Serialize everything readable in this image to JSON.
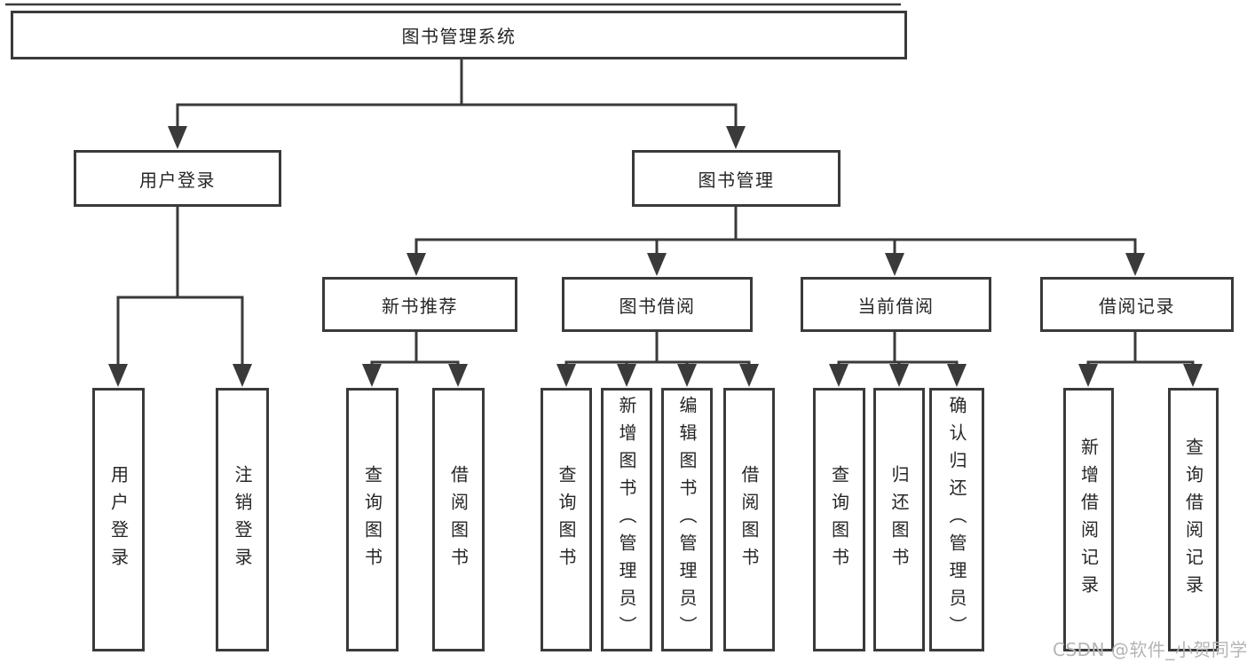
{
  "tree": {
    "root": "图书管理系统",
    "branches": [
      {
        "label": "用户登录",
        "children": [
          "用户登录",
          "注销登录"
        ]
      },
      {
        "label": "图书管理",
        "groups": [
          {
            "label": "新书推荐",
            "children": [
              "查询图书",
              "借阅图书"
            ]
          },
          {
            "label": "图书借阅",
            "children": [
              "查询图书",
              "新增图书（管理员）",
              "编辑图书（管理员）",
              "借阅图书"
            ]
          },
          {
            "label": "当前借阅",
            "children": [
              "查询图书",
              "归还图书",
              "确认归还（管理员）"
            ]
          },
          {
            "label": "借阅记录",
            "children": [
              "新增借阅记录",
              "查询借阅记录"
            ]
          }
        ]
      }
    ]
  },
  "watermark": "CSDN @软件_小贺同学",
  "colors": {
    "line": "#3a3a3a",
    "text": "#262626",
    "watermark": "#b5b5b5",
    "background": "#ffffff"
  }
}
